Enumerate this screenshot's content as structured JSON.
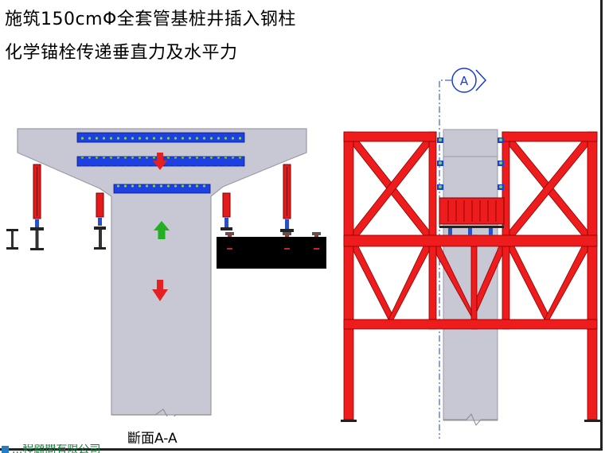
{
  "title": {
    "line1": "施筑150cmΦ全套管基桩井插入钢柱",
    "line2": "化学锚栓传递垂直力及水平力"
  },
  "section_label": "斷面A-A",
  "section_marker": "A",
  "footer_text": "...程顧問有限公司",
  "colors": {
    "concrete": "#c8c8d4",
    "steel_red": "#ee1c1c",
    "bolt_blue": "#1e40e0",
    "arrow_red": "#e52020",
    "arrow_green": "#22b022",
    "beam_black": "#000000",
    "marker_blue": "#1a3ccf"
  },
  "icons": {
    "down_arrow": "red-down-arrow-icon",
    "up_arrow": "green-up-arrow-icon",
    "section_marker": "section-marker-icon"
  }
}
